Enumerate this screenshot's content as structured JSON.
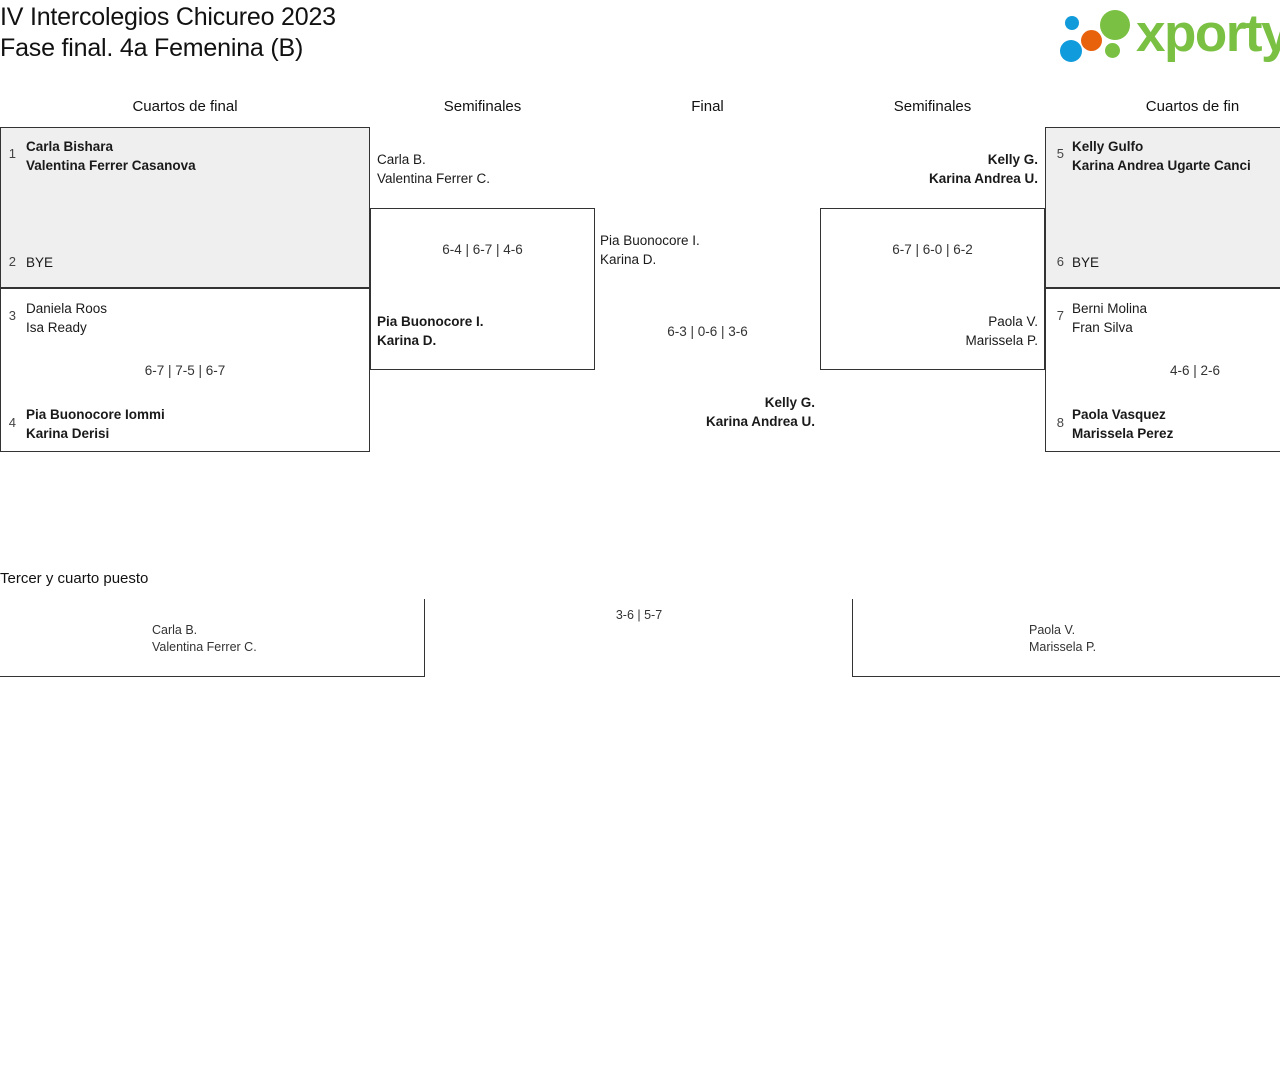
{
  "header": {
    "title_line1": "IV Intercolegios Chicureo 2023",
    "title_line2": "Fase final. 4a Femenina (B)",
    "logo_word": "xporty",
    "logo_colors": {
      "green": "#7AC143",
      "blue": "#0F9BDC",
      "orange": "#E8620C"
    }
  },
  "rounds": {
    "qf_left": "Cuartos de final",
    "sf_left": "Semifinales",
    "final": "Final",
    "sf_right": "Semifinales",
    "qf_right": "Cuartos de fin"
  },
  "bracket": {
    "qf_left": [
      {
        "seed_top": "1",
        "top_line1": "Carla Bishara",
        "top_line2": "Valentina Ferrer Casanova",
        "top_winner": true,
        "seed_bottom": "2",
        "bottom_line1": "BYE",
        "bottom_line2": "",
        "bottom_winner": false,
        "score": "",
        "shaded": true
      },
      {
        "seed_top": "3",
        "top_line1": "Daniela Roos",
        "top_line2": "Isa Ready",
        "top_winner": false,
        "seed_bottom": "4",
        "bottom_line1": "Pia Buonocore Iommi",
        "bottom_line2": "Karina Derisi",
        "bottom_winner": true,
        "score": "6-7 | 7-5 | 6-7",
        "shaded": false
      }
    ],
    "sf_left": {
      "top_line1": "Carla B.",
      "top_line2": "Valentina Ferrer C.",
      "top_winner": false,
      "bottom_line1": "Pia Buonocore I.",
      "bottom_line2": "Karina D.",
      "bottom_winner": true,
      "score": "6-4 | 6-7 | 4-6"
    },
    "final": {
      "top_line1": "Pia Buonocore I.",
      "top_line2": "Karina D.",
      "top_winner": false,
      "bottom_line1": "Kelly G.",
      "bottom_line2": "Karina Andrea U.",
      "bottom_winner": true,
      "score": "6-3 | 0-6 | 3-6"
    },
    "sf_right": {
      "top_line1": "Kelly G.",
      "top_line2": "Karina Andrea U.",
      "top_winner": true,
      "bottom_line1": "Paola V.",
      "bottom_line2": "Marissela P.",
      "bottom_winner": false,
      "score": "6-7 | 6-0 | 6-2"
    },
    "qf_right": [
      {
        "seed_top": "5",
        "top_line1": "Kelly Gulfo",
        "top_line2": "Karina Andrea Ugarte Canci",
        "top_winner": true,
        "seed_bottom": "6",
        "bottom_line1": "BYE",
        "bottom_line2": "",
        "bottom_winner": false,
        "score": "",
        "shaded": true
      },
      {
        "seed_top": "7",
        "top_line1": "Berni Molina",
        "top_line2": "Fran Silva",
        "top_winner": false,
        "seed_bottom": "8",
        "bottom_line1": "Paola Vasquez",
        "bottom_line2": "Marissela Perez",
        "bottom_winner": true,
        "score": "4-6 | 2-6",
        "shaded": false
      }
    ]
  },
  "third_place": {
    "title": "Tercer y cuarto puesto",
    "left_line1": "Carla B.",
    "left_line2": "Valentina Ferrer C.",
    "right_line1": "Paola V.",
    "right_line2": "Marissela P.",
    "score": "3-6 | 5-7"
  }
}
